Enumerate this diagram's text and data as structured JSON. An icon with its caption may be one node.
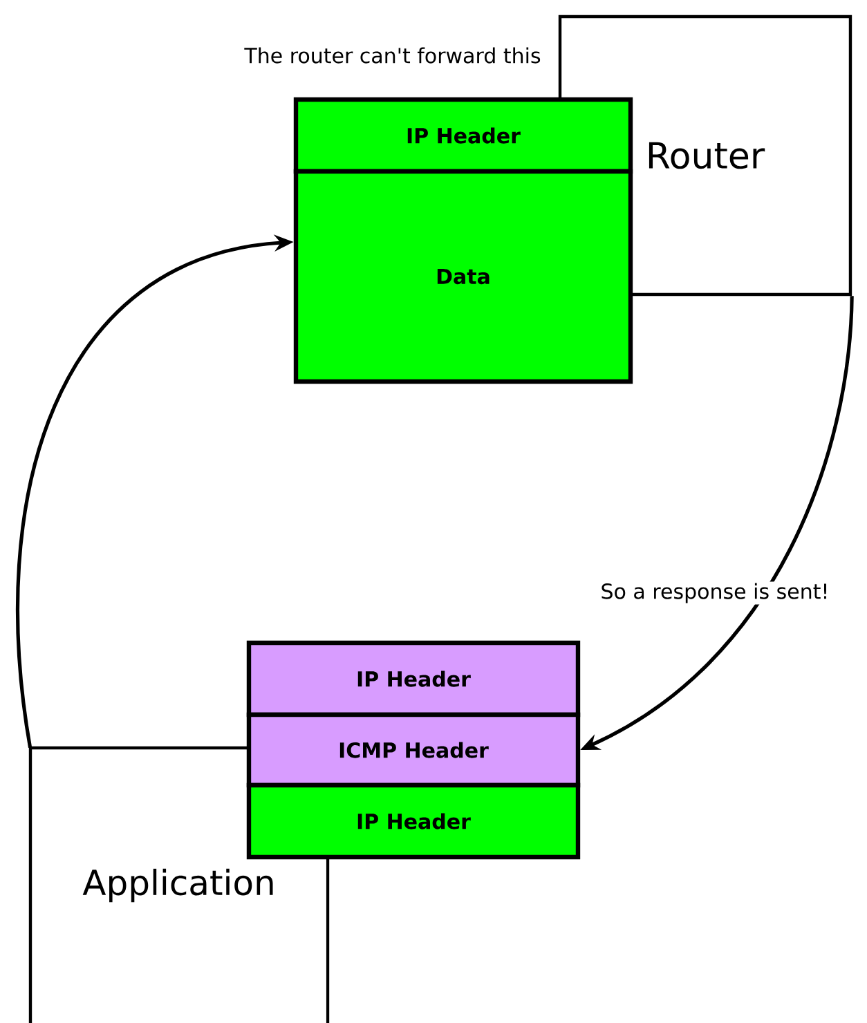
{
  "diagram": {
    "nodes": [
      {
        "text": [
          "Router"
        ]
      },
      {
        "text": [
          "IP Header"
        ]
      },
      {
        "text": [
          "Data"
        ]
      },
      {
        "text": [
          "Application"
        ]
      },
      {
        "text": [
          "IP Header"
        ]
      },
      {
        "text": [
          "ICMP Header"
        ]
      },
      {
        "text": [
          "IP Header"
        ]
      }
    ],
    "edges": [
      {
        "from": 0,
        "to": 5,
        "arrow": "to",
        "label": "So a response is sent!"
      },
      {
        "from": 3,
        "to": 2,
        "arrow": "to"
      }
    ],
    "labels": [
      "The router can't forward this"
    ]
  }
}
